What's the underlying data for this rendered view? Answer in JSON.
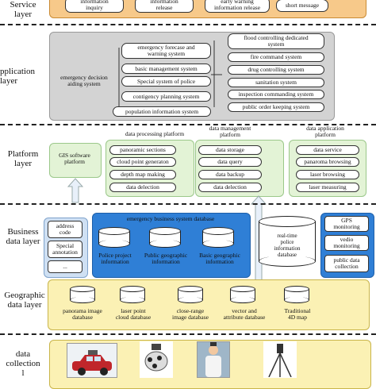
{
  "layers": {
    "service": "Service\nlayer",
    "application": "pplication\nlayer",
    "platform": "Platform\nlayer",
    "business": "Business\ndata layer",
    "geographic": "Geographic\ndata layer",
    "collection": "data\ncollection\nl"
  },
  "service": {
    "items": [
      "information\ninquiry",
      "information\nrelease",
      "early warning\ninformation release",
      "short message"
    ]
  },
  "application": {
    "center": "emergency decision\naiding system",
    "left_items": [
      "emergency forecase and\nwarning system",
      "basic management system",
      "Special system of police",
      "contigency planning system",
      "population information system"
    ],
    "right_items": [
      "flood controlling dedicated\nsystem",
      "fire command system",
      "drug controlling system",
      "sanitation system",
      "inspection commanding system",
      "public order keeping system"
    ]
  },
  "platform": {
    "gis": "GIS software\nplatform",
    "processing_title": "data processing platform",
    "processing_items": [
      "panoramic sections",
      "cloud point generaton",
      "depth map making",
      "data delection"
    ],
    "management_title": "data management\nplatform",
    "management_items": [
      "data storage",
      "data query",
      "data backup",
      "data delection"
    ],
    "application_title": "data application\nplatform",
    "application_items": [
      "data service",
      "panaroma browsing",
      "laser browsing",
      "laser measuring"
    ]
  },
  "business": {
    "left_items": [
      "address\ncode",
      "Special\nannotation",
      "..."
    ],
    "db_title": "emergency business system database",
    "dbs": [
      "Police project\ninformation",
      "Public geographic\ninformation",
      "Basic geographic\ninformation"
    ],
    "realtime": "real-time\npolice\ninformation\ndatabase",
    "right_items": [
      "GPS\nmonitoring",
      "vedio\nmonitoring",
      "public data\ncollection"
    ]
  },
  "geographic": {
    "dbs": [
      "panorama image\ndatabase",
      "laser point\ncloud database",
      "close-range\nimage database",
      "vector and\nattribute database",
      "Traditional\n4D map"
    ]
  },
  "colors": {
    "service_bg": "#f7c98a",
    "application_bg": "#d3d3d3",
    "platform_bg": "#e3f3d6",
    "business_left_bg": "#cfe0f3",
    "business_db_bg": "#2f7fd6",
    "geographic_bg": "#fbf1b4",
    "collection_bg": "#fbf1b4",
    "arrow_fill": "#e8f0fa"
  }
}
